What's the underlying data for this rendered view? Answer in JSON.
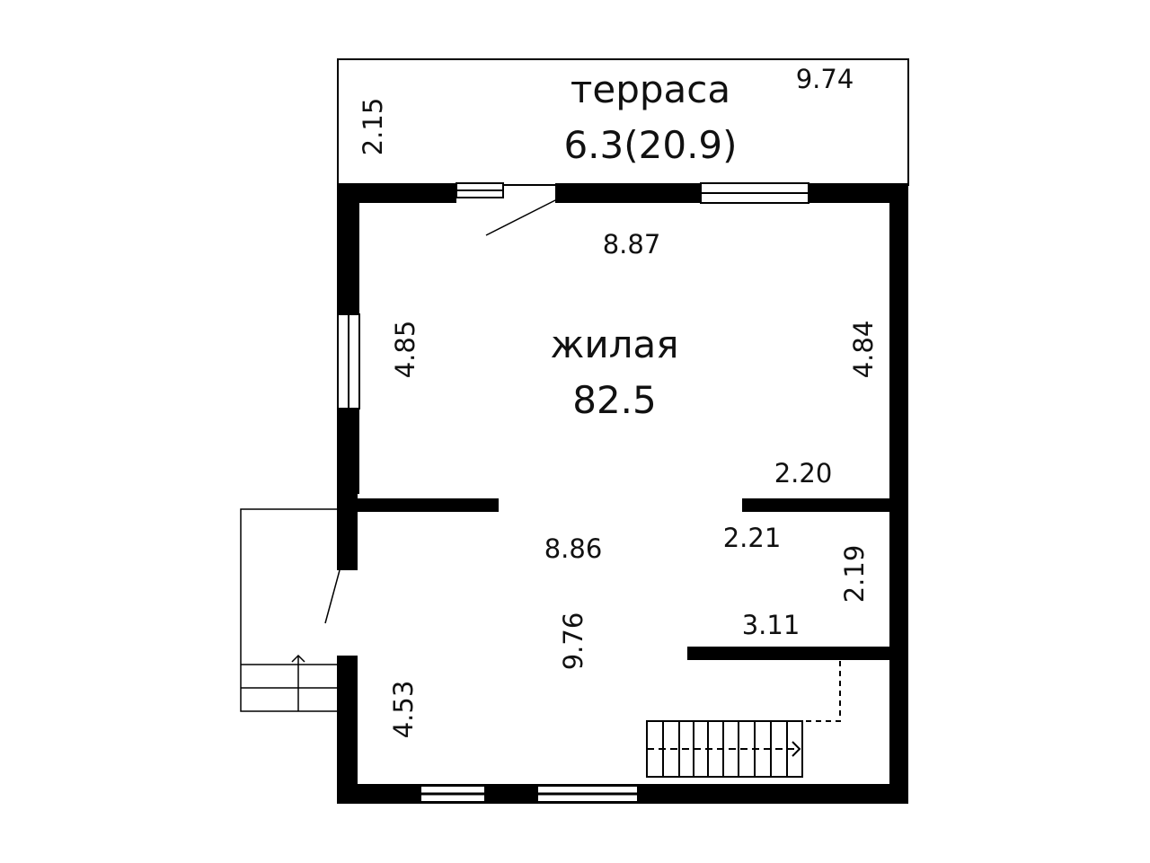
{
  "terrace": {
    "name": "терраса",
    "area": "6.3(20.9)",
    "length": "9.74",
    "width": "2.15"
  },
  "living": {
    "name": "жилая",
    "area": "82.5"
  },
  "dimensions": {
    "top_inner": "8.87",
    "left_upper": "4.85",
    "right_upper": "4.84",
    "partition_right": "2.20",
    "middle": "8.86",
    "small_room_top": "2.21",
    "small_room_side": "2.19",
    "small_room_bottom": "3.11",
    "depth": "9.76",
    "left_lower": "4.53"
  },
  "colors": {
    "wall": "#000000",
    "background": "#ffffff"
  }
}
